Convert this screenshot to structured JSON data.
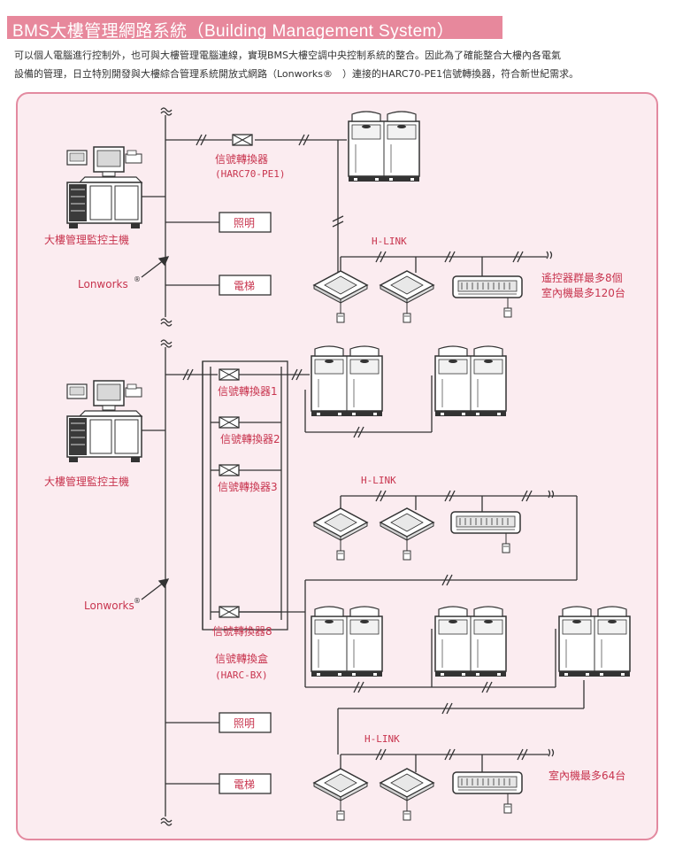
{
  "header": {
    "title": "BMS大樓管理網路系統（Building Management System）",
    "intro_line1": "可以個人電腦進行控制外，也可與大樓管理電腦連線，實現BMS大樓空調中央控制系統的整合。因此為了確能整合大樓內各電氣",
    "intro_line2": "設備的管理，日立特別開發與大樓綜合管理系統開放式網路（Lonworks®　）連接的HARC70-PE1信號轉換器，符合新世紀需求。"
  },
  "top_system": {
    "computer_label": "大樓管理監控主機",
    "lonworks_label": "Lonworks",
    "registered_mark": "®",
    "converter_label": "信號轉換器",
    "converter_model": "(HARC70-PE1)",
    "lighting_label": "照明",
    "elevator_label": "電梯",
    "hlink_label": "H-LINK",
    "capacity_line1": "遙控器群最多8個",
    "capacity_line2": "室內機最多120台"
  },
  "bottom_system": {
    "computer_label": "大樓管理監控主機",
    "lonworks_label": "Lonworks",
    "registered_mark": "®",
    "converter_1": "信號轉換器1",
    "converter_2": "信號轉換器2",
    "converter_3": "信號轉換器3",
    "converter_8": "信號轉換器8",
    "box_label": "信號轉換盒",
    "box_model": "(HARC-BX)",
    "hlink_label_1": "H-LINK",
    "hlink_label_2": "H-LINK",
    "lighting_label": "照明",
    "elevator_label": "電梯",
    "capacity_line": "室內機最多64台"
  },
  "colors": {
    "title_bar": "#e7889c",
    "panel_bg": "#fbecf0",
    "panel_border": "#e38aa0",
    "label_red": "#c8344e",
    "line": "#333333"
  }
}
